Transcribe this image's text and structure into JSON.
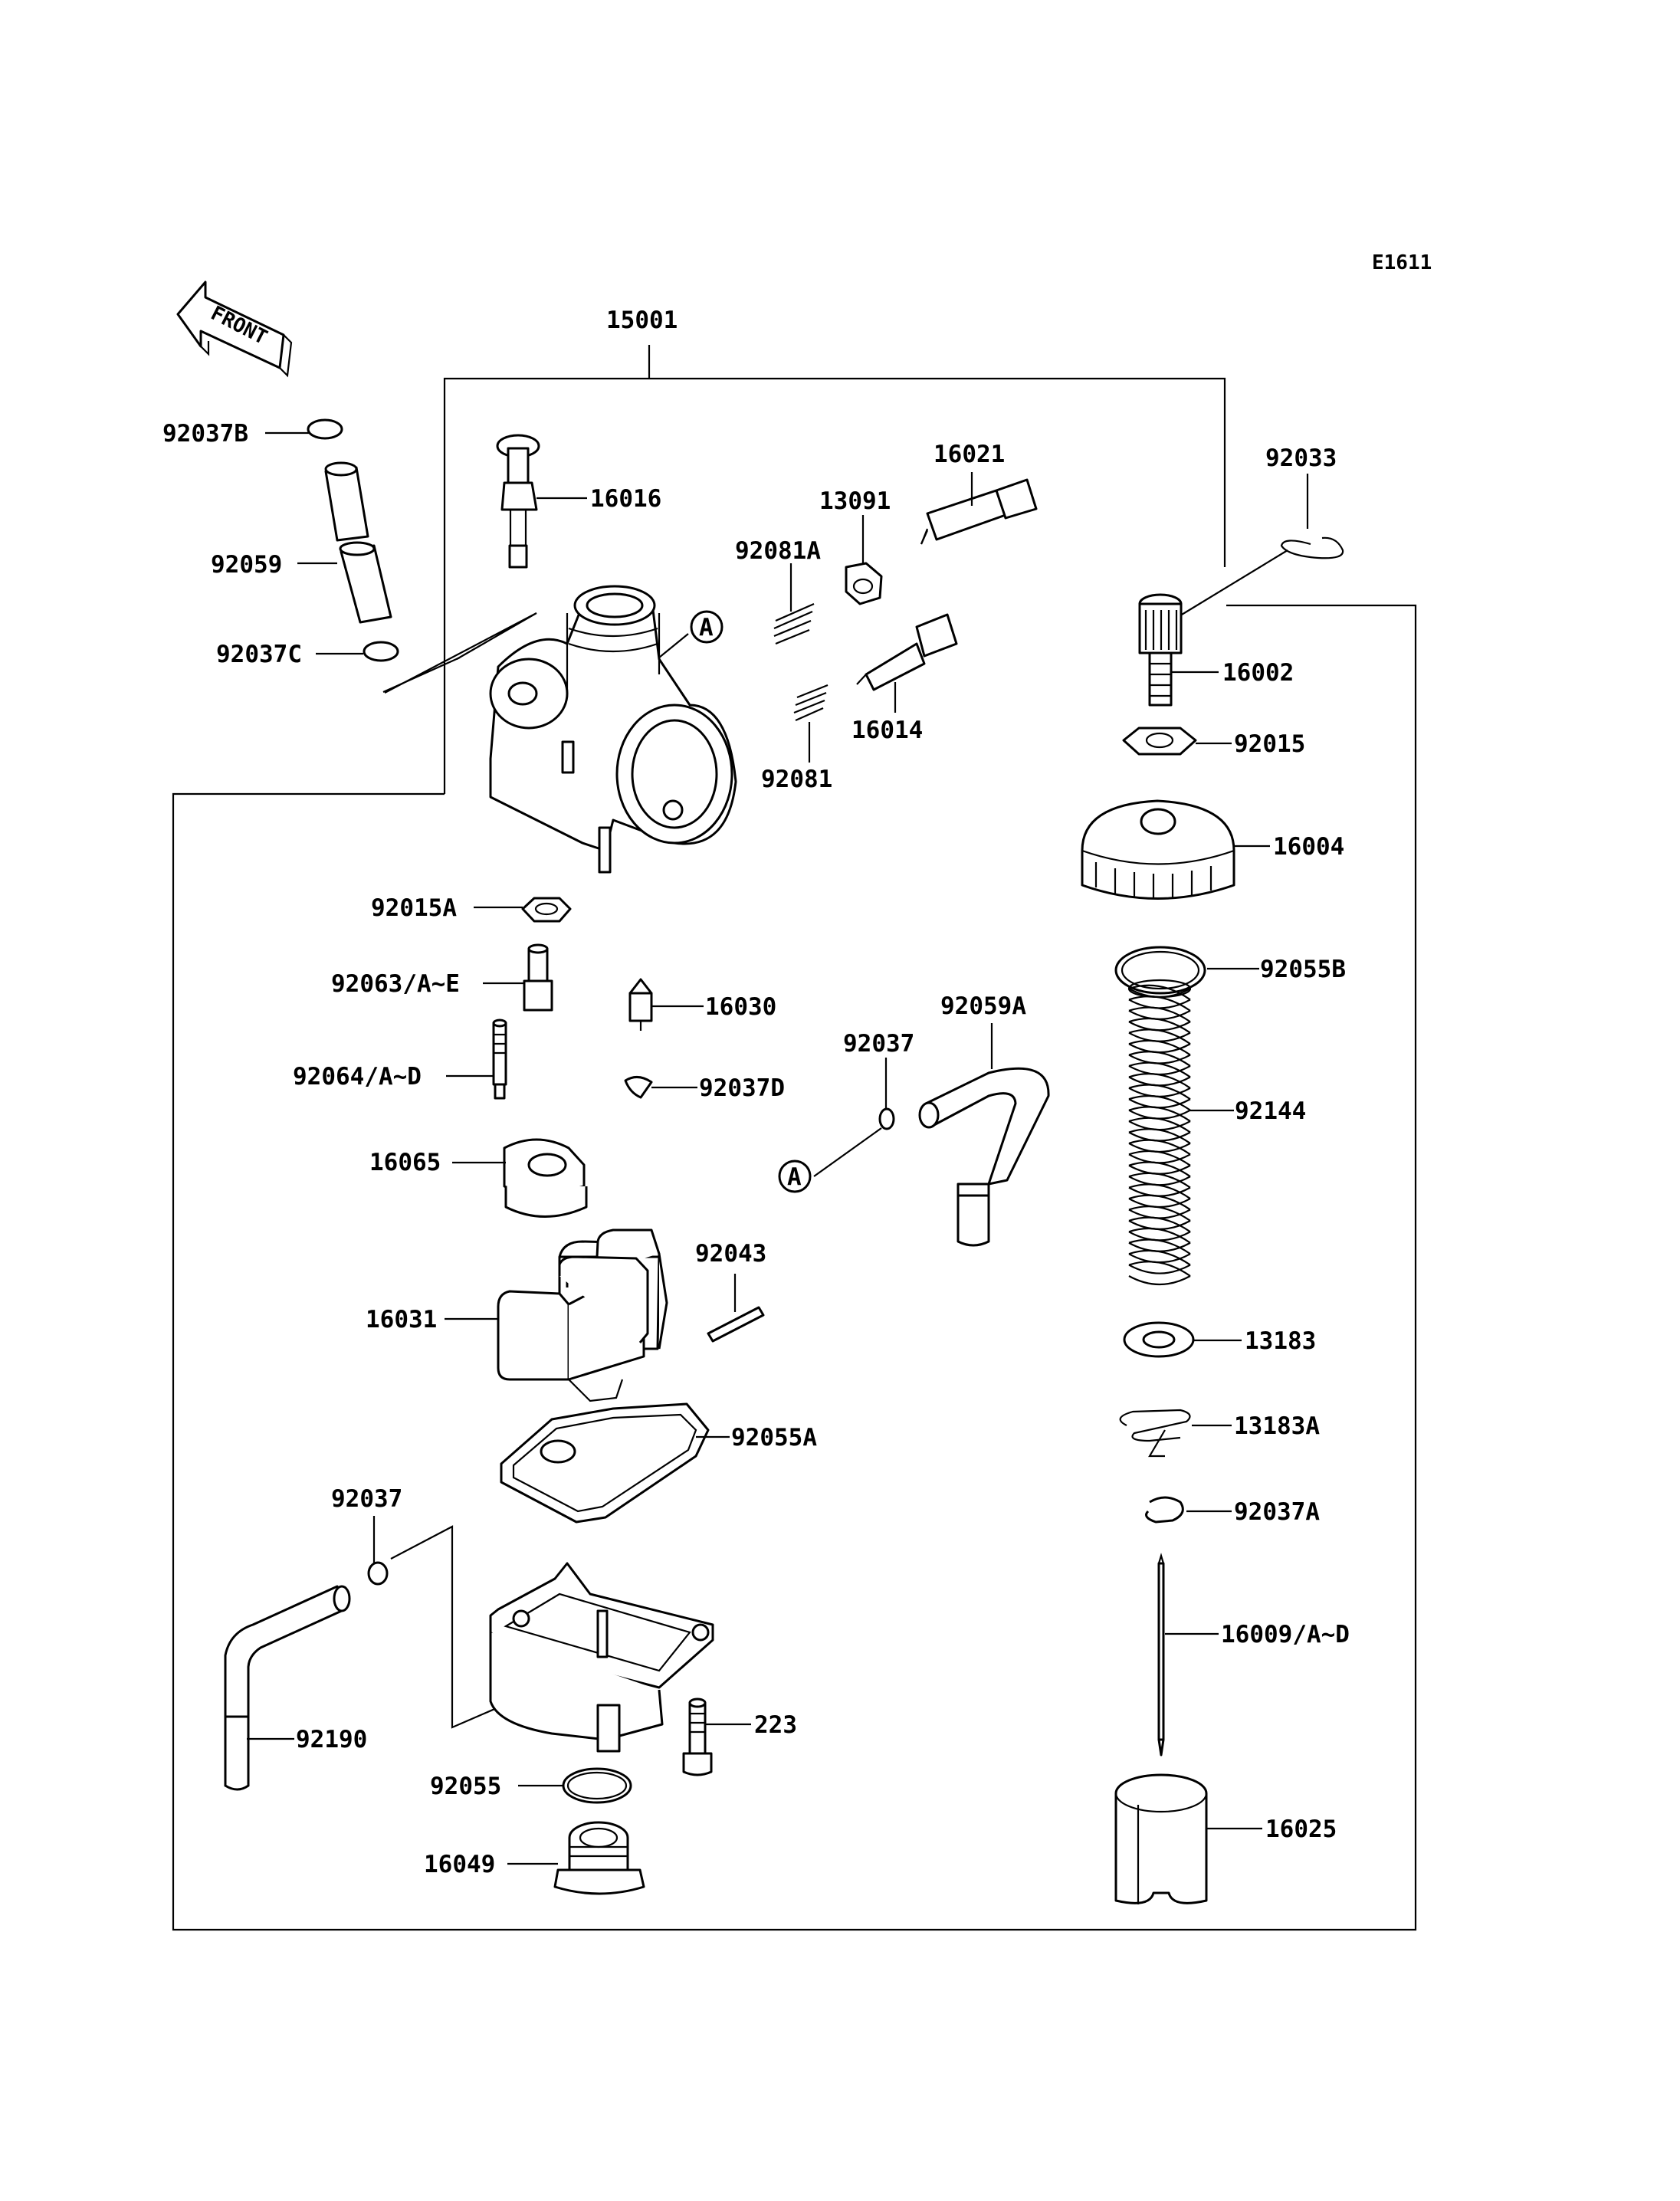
{
  "diagram": {
    "code": "E1611",
    "front_marker": "FRONT",
    "assembly_label": "15001",
    "callout_letter": "A",
    "labels": [
      "92037B",
      "92059",
      "92037C",
      "16016",
      "13091",
      "92081A",
      "16021",
      "92033",
      "92081",
      "16014",
      "16002",
      "92015",
      "16004",
      "92015A",
      "92063/A~E",
      "16030",
      "92059A",
      "92055B",
      "92037",
      "92064/A~D",
      "92037D",
      "92144",
      "16065",
      "92043",
      "16031",
      "13183",
      "92055A",
      "13183A",
      "92037",
      "92037A",
      "16009/A~D",
      "92190",
      "223",
      "92055",
      "16025",
      "16049"
    ]
  }
}
